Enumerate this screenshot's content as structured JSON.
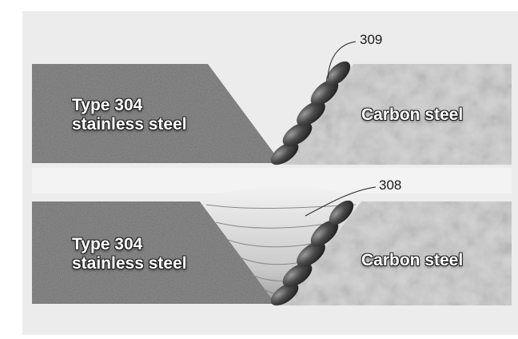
{
  "colors": {
    "background": "#ececec",
    "stainless_texture": "#8a8a8a",
    "carbon_texture": "#d2d2d2",
    "weld_bead": "#3c3c3c",
    "filler_weld": "#d8d8d8",
    "label_text": "#ffffff",
    "callout_text": "#1a1a1a"
  },
  "panels": [
    {
      "left_material": "Type 304\nstainless steel",
      "right_material": "Carbon steel",
      "callout": "309"
    },
    {
      "left_material": "Type 304\nstainless steel",
      "right_material": "Carbon steel",
      "callout": "308"
    }
  ]
}
